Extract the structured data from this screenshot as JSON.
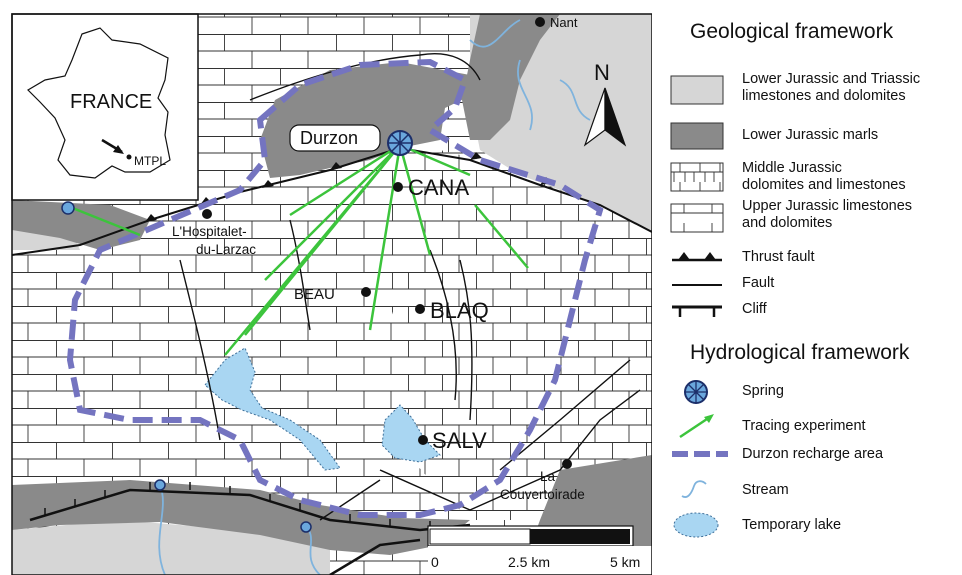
{
  "inset": {
    "country": "FRANCE",
    "city": "MTPL"
  },
  "places": {
    "durzon": "Durzon",
    "cana": "CANA",
    "blaq": "BLAQ",
    "salv": "SALV",
    "beau": "BEAU",
    "nant": "Nant",
    "hospitalet_1": "L'Hospitalet-",
    "hospitalet_2": "du-Larzac",
    "couvertoirade_1": "La",
    "couvertoirade_2": "Couvertoirade"
  },
  "north": "N",
  "scale": {
    "t0": "0",
    "t1": "2.5 km",
    "t2": "5 km"
  },
  "legend": {
    "geo_title": "Geological framework",
    "hydro_title": "Hydrological framework",
    "items": [
      {
        "line1": "Lower Jurassic and Triassic",
        "line2": "limestones and dolomites"
      },
      {
        "line1": "Lower Jurassic marls",
        "line2": ""
      },
      {
        "line1": "Middle Jurassic",
        "line2": "dolomites  and limestones"
      },
      {
        "line1": "Upper Jurassic limestones",
        "line2": "and dolomites"
      },
      {
        "line1": "Thrust fault",
        "line2": ""
      },
      {
        "line1": "Fault",
        "line2": ""
      },
      {
        "line1": "Cliff",
        "line2": ""
      },
      {
        "line1": "Spring",
        "line2": ""
      },
      {
        "line1": "Tracing experiment",
        "line2": ""
      },
      {
        "line1": "Durzon recharge area",
        "line2": ""
      },
      {
        "line1": "Stream",
        "line2": ""
      },
      {
        "line1": "Temporary lake",
        "line2": ""
      }
    ]
  },
  "colors": {
    "light_limestone": "#d6d6d6",
    "marls": "#8a8a8a",
    "tracing": "#3cc43c",
    "recharge": "#7474c0",
    "stream": "#7fb3dd",
    "lake": "#a9d6f2"
  }
}
